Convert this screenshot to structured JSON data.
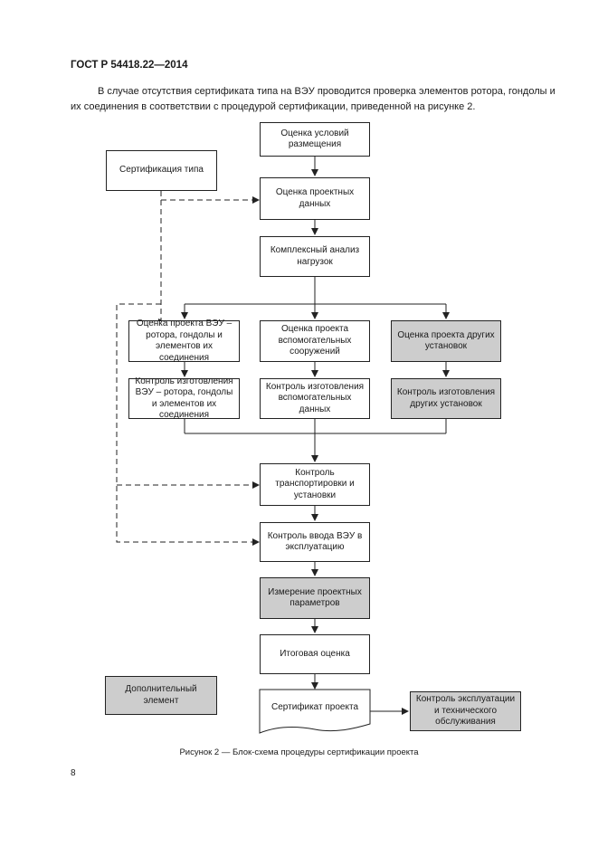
{
  "header": {
    "standard": "ГОСТ Р 54418.22—2014"
  },
  "intro": {
    "text": "В случае отсутствия сертификата типа на ВЭУ проводится проверка элементов ротора, гондолы и их соединения в соответствии с процедурой сертификации, приведенной на рисунке 2."
  },
  "flowchart": {
    "site_conditions": "Оценка условий размещения",
    "type_cert": "Сертификация типа",
    "design_data": "Оценка проектных данных",
    "load_analysis": "Комплексный анализ нагрузок",
    "design_rotor": "Оценка проекта ВЭУ – ротора, гондолы и элементов их соединения",
    "design_aux": "Оценка проекта вспомогательных сооружений",
    "design_other": "Оценка проекта других установок",
    "mfg_rotor": "Контроль изготовления ВЭУ – ротора, гондолы и элементов их соединения",
    "mfg_aux": "Контроль изготовления вспомогательных данных",
    "mfg_other": "Контроль изготовления других установок",
    "transport": "Контроль транспортировки и установки",
    "commissioning": "Контроль ввода ВЭУ в эксплуатацию",
    "measurement": "Измерение проектных параметров",
    "final_eval": "Итоговая оценка",
    "certificate": "Сертификат проекта",
    "operation": "Контроль эксплуатации и технического обслуживания",
    "legend_additional": "Дополнительный элемент"
  },
  "caption": "Рисунок 2 — Блок-схема процедуры сертификации проекта",
  "page_number": "8"
}
